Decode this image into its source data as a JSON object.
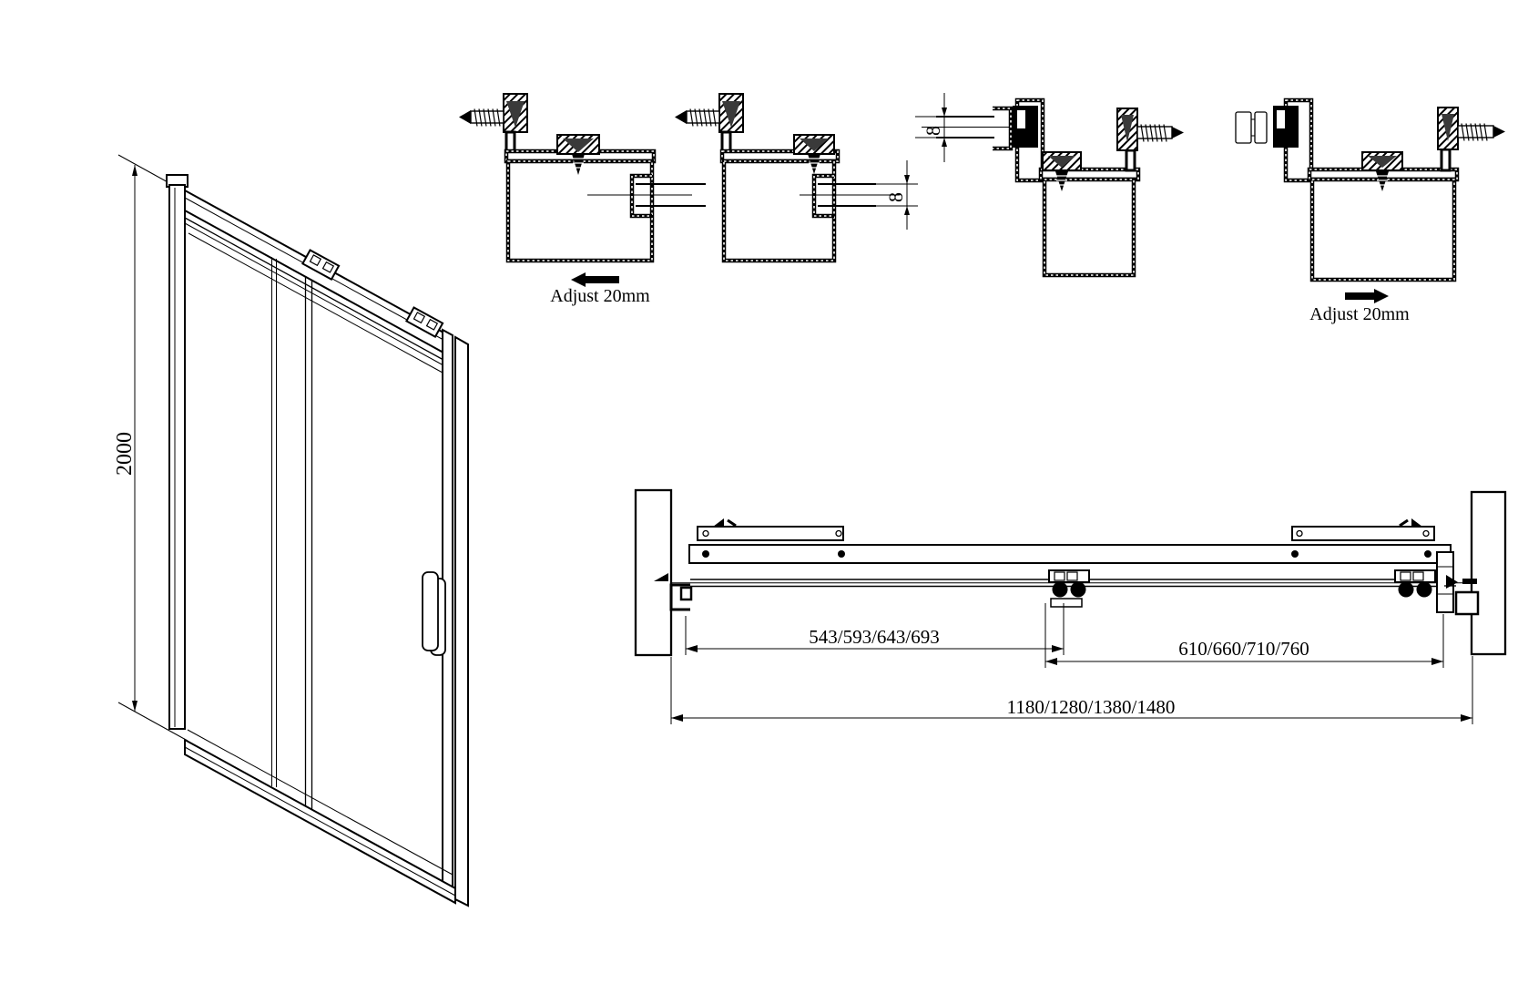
{
  "title": "Sliding shower door technical drawing",
  "colors": {
    "background": "#ffffff",
    "line": "#000000"
  },
  "icons": {
    "wall_screw": "screw-icon",
    "adjust_arrow_left": "left-arrow",
    "adjust_arrow_right": "right-arrow"
  },
  "texts": {
    "front_height": "2000",
    "adjust_left": "Adjust 20mm",
    "adjust_right": "Adjust 20mm",
    "glass_thickness_left": "8",
    "glass_thickness_right": "8",
    "dim_fixed_panel": "543/593/643/693",
    "dim_door_panel": "610/660/710/760",
    "dim_overall": "1180/1280/1380/1480"
  }
}
